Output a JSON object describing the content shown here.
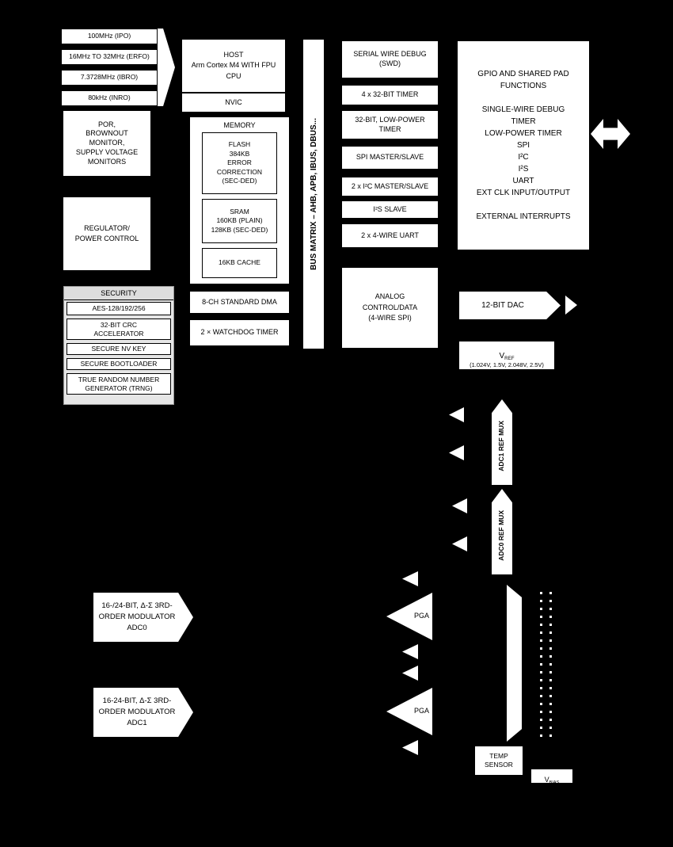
{
  "clocks": [
    "100MHz (IPO)",
    "16MHz TO 32MHz (ERFO)",
    "7.3728MHz (IBRO)",
    "80kHz (INRO)"
  ],
  "left": {
    "por": "POR,\nBROWNOUT\nMONITOR,\nSUPPLY VOLTAGE\nMONITORS",
    "regulator": "REGULATOR/\nPOWER CONTROL",
    "security": {
      "title": "SECURITY",
      "items": [
        "AES-128/192/256",
        "32-BIT CRC\nACCELERATOR",
        "SECURE NV KEY",
        "SECURE BOOTLOADER",
        "TRUE RANDOM NUMBER\nGENERATOR (TRNG)"
      ]
    }
  },
  "cpu": {
    "host": "HOST\nArm Cortex M4 WITH FPU\nCPU",
    "nvic": "NVIC",
    "memory_title": "MEMORY",
    "flash": "FLASH\n384KB\nERROR\nCORRECTION\n(SEC-DED)",
    "sram": "SRAM\n160KB (PLAIN)\n128KB (SEC-DED)",
    "cache": "16KB CACHE",
    "dma": "8-CH STANDARD DMA",
    "watchdog": "2 × WATCHDOG TIMER"
  },
  "bus_matrix": "BUS MATRIX – AHB, APB, IBUS, DBUS...",
  "peripherals": {
    "swd": "SERIAL WIRE DEBUG\n(SWD)",
    "timer": "4 x 32-BIT TIMER",
    "lp_timer": "32-BIT, LOW-POWER\nTIMER",
    "spi": "SPI MASTER/SLAVE",
    "i2c": "2 x I²C MASTER/SLAVE",
    "i2s": "I²S SLAVE",
    "uart": "2 x 4-WIRE UART",
    "analog_ctrl": "ANALOG\nCONTROL/DATA\n(4-WIRE SPI)"
  },
  "gpio_block": "GPIO AND SHARED PAD\nFUNCTIONS\n\nSINGLE-WIRE DEBUG\nTIMER\nLOW-POWER TIMER\nSPI\nI²C\nI²S\nUART\nEXT CLK INPUT/OUTPUT\n\nEXTERNAL INTERRUPTS",
  "analog": {
    "dac": "12-BIT DAC",
    "vref_sym": "V",
    "vref_sub": "REF",
    "vref_values": "(1.024V, 1.5V, 2.048V, 2.5V)",
    "adc1_ref_mux": "ADC1 REF MUX",
    "adc0_ref_mux": "ADC0 REF MUX",
    "adc0_mod": "16-/24-BIT, Δ-Σ 3RD-\nORDER MODULATOR\nADC0",
    "adc1_mod": "16-24-BIT, Δ-Σ 3RD-\nORDER MODULATOR\nADC1",
    "pga": "PGA",
    "temp_sensor": "TEMP\nSENSOR",
    "vbias_sym": "V",
    "vbias_sub": "BIAS"
  },
  "colors": {
    "background": "#000000",
    "box_fill": "#ffffff",
    "text": "#000000",
    "security_panel": "#e6e6e6"
  }
}
